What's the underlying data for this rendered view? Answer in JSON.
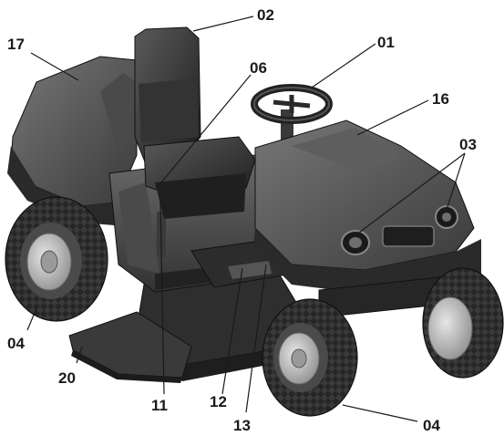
{
  "callouts": {
    "c02": "02",
    "c17": "17",
    "c01": "01",
    "c06": "06",
    "c16": "16",
    "c03": "03",
    "c04_left": "04",
    "c20": "20",
    "c11": "11",
    "c12": "12",
    "c13": "13",
    "c04_right": "04"
  },
  "colors": {
    "body_dark": "#3c3c3c",
    "body_mid": "#545454",
    "body_light": "#6e6e6e",
    "tire": "#262626",
    "rim": "#b8b8b8",
    "label": "#1a1a1a"
  }
}
